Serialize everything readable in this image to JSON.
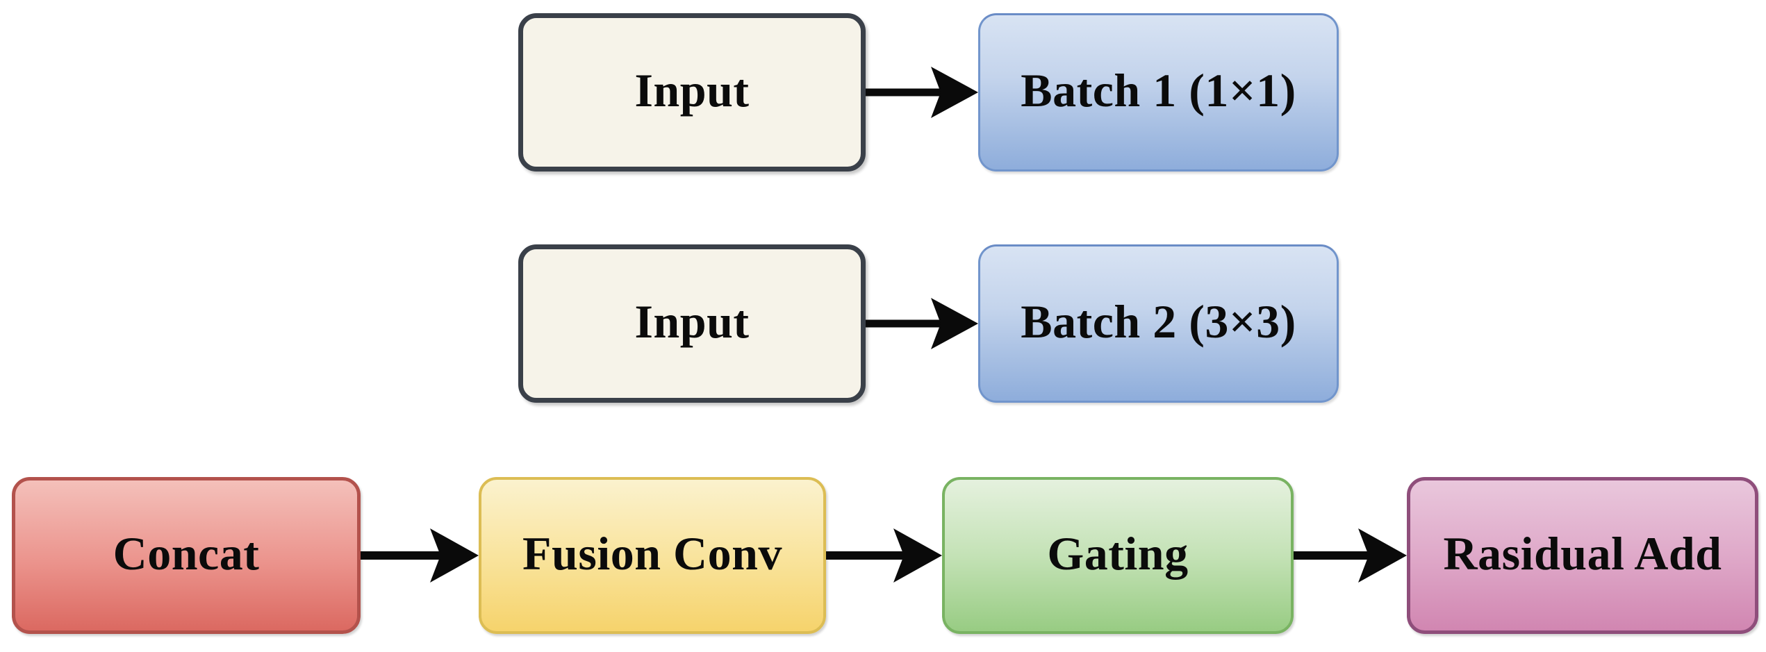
{
  "diagram_type": "flowchart",
  "nodes": {
    "input1": {
      "label": "Input"
    },
    "batch1": {
      "label": "Batch 1 (1×1)"
    },
    "input2": {
      "label": "Input"
    },
    "batch2": {
      "label": "Batch 2 (3×3)"
    },
    "concat": {
      "label": "Concat"
    },
    "fusion": {
      "label": "Fusion Conv"
    },
    "gating": {
      "label": "Gating"
    },
    "residual": {
      "label": "Rasidual Add"
    }
  },
  "edges": [
    {
      "from": "input1",
      "to": "batch1"
    },
    {
      "from": "input2",
      "to": "batch2"
    },
    {
      "from": "concat",
      "to": "fusion"
    },
    {
      "from": "fusion",
      "to": "gating"
    },
    {
      "from": "gating",
      "to": "residual"
    }
  ],
  "colors": {
    "background": "#ffffff",
    "text": "#0b0b0b",
    "arrow": "#0a0a0a",
    "input_fill": "#f6f3e9",
    "input_border": "#3a4049",
    "batch_gradient_top": "#d8e3f3",
    "batch_gradient_bottom": "#8eaddb",
    "batch_border": "#7195cc",
    "concat_gradient_top": "#f4c0ba",
    "concat_gradient_bottom": "#db6961",
    "concat_border": "#b3524c",
    "fusion_gradient_top": "#fbf2ce",
    "fusion_gradient_bottom": "#f6d36c",
    "fusion_border": "#dcbd54",
    "gating_gradient_top": "#e5f1de",
    "gating_gradient_bottom": "#98cc83",
    "gating_border": "#79b362",
    "residual_gradient_top": "#e9c7dc",
    "residual_gradient_bottom": "#d186b1",
    "residual_border": "#8f4e7b"
  }
}
